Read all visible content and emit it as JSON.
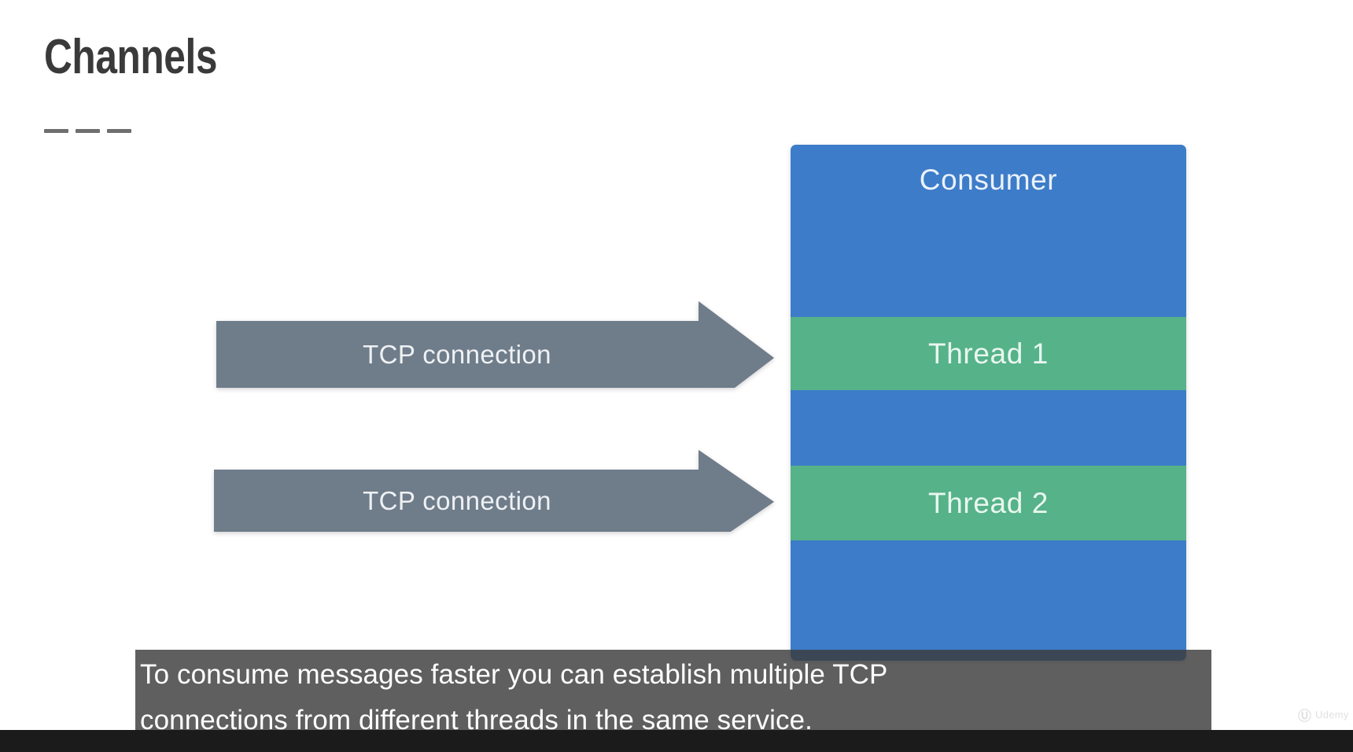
{
  "slide": {
    "title": "Channels",
    "rule_dashes": 3
  },
  "diagram": {
    "consumer": {
      "label": "Consumer",
      "color": "#3d7cc8",
      "threads": [
        {
          "label": "Thread 1",
          "color": "#56b289"
        },
        {
          "label": "Thread 2",
          "color": "#56b289"
        }
      ]
    },
    "arrows": [
      {
        "label": "TCP connection",
        "color": "#6f7c8a",
        "direction": "right"
      },
      {
        "label": "TCP connection",
        "color": "#6f7c8a",
        "direction": "right"
      }
    ]
  },
  "caption": {
    "line1": "To consume messages faster you can establish multiple TCP",
    "line2": "connections from different threads in the same service.",
    "background": "#3c3c3c"
  },
  "watermark": {
    "mark": "Ⓤ",
    "text": "Udemy"
  },
  "colors": {
    "title": "#3a3a3a",
    "blue": "#3d7cc8",
    "green": "#56b289",
    "arrow_gray": "#6f7c8a",
    "player_bar": "#1b1b1b"
  }
}
